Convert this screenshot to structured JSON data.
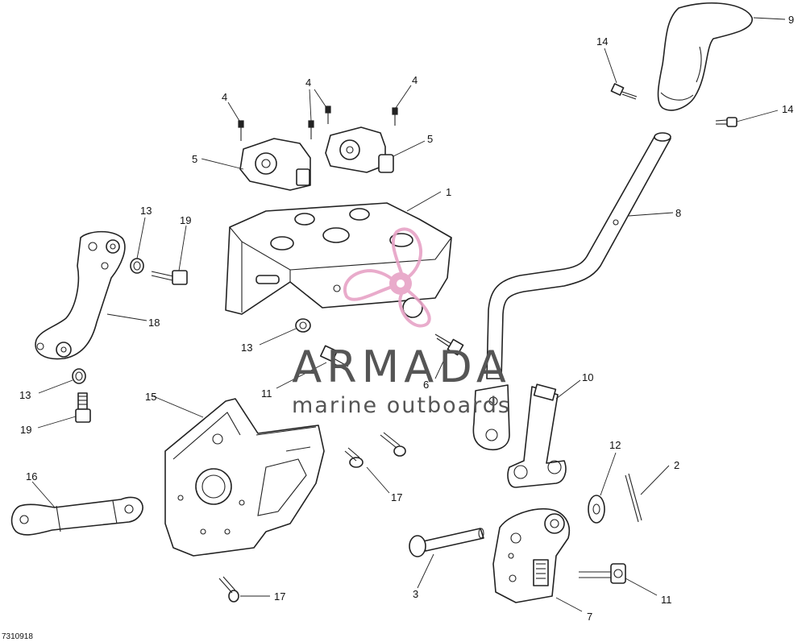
{
  "drawing_number": "7310918",
  "watermark": {
    "brand": "ARMADA",
    "tagline": "marine outboards",
    "logo_color": "#e7a3c6",
    "text_color": "#555555"
  },
  "callouts": {
    "c1": "1",
    "c2": "2",
    "c3": "3",
    "c4a": "4",
    "c4b": "4",
    "c4c": "4",
    "c5a": "5",
    "c5b": "5",
    "c6": "6",
    "c7": "7",
    "c8": "8",
    "c9": "9",
    "c10": "10",
    "c11a": "11",
    "c11b": "11",
    "c12": "12",
    "c13a": "13",
    "c13b": "13",
    "c13c": "13",
    "c14a": "14",
    "c14b": "14",
    "c15": "15",
    "c16": "16",
    "c17a": "17",
    "c17b": "17",
    "c18": "18",
    "c19a": "19",
    "c19b": "19"
  }
}
